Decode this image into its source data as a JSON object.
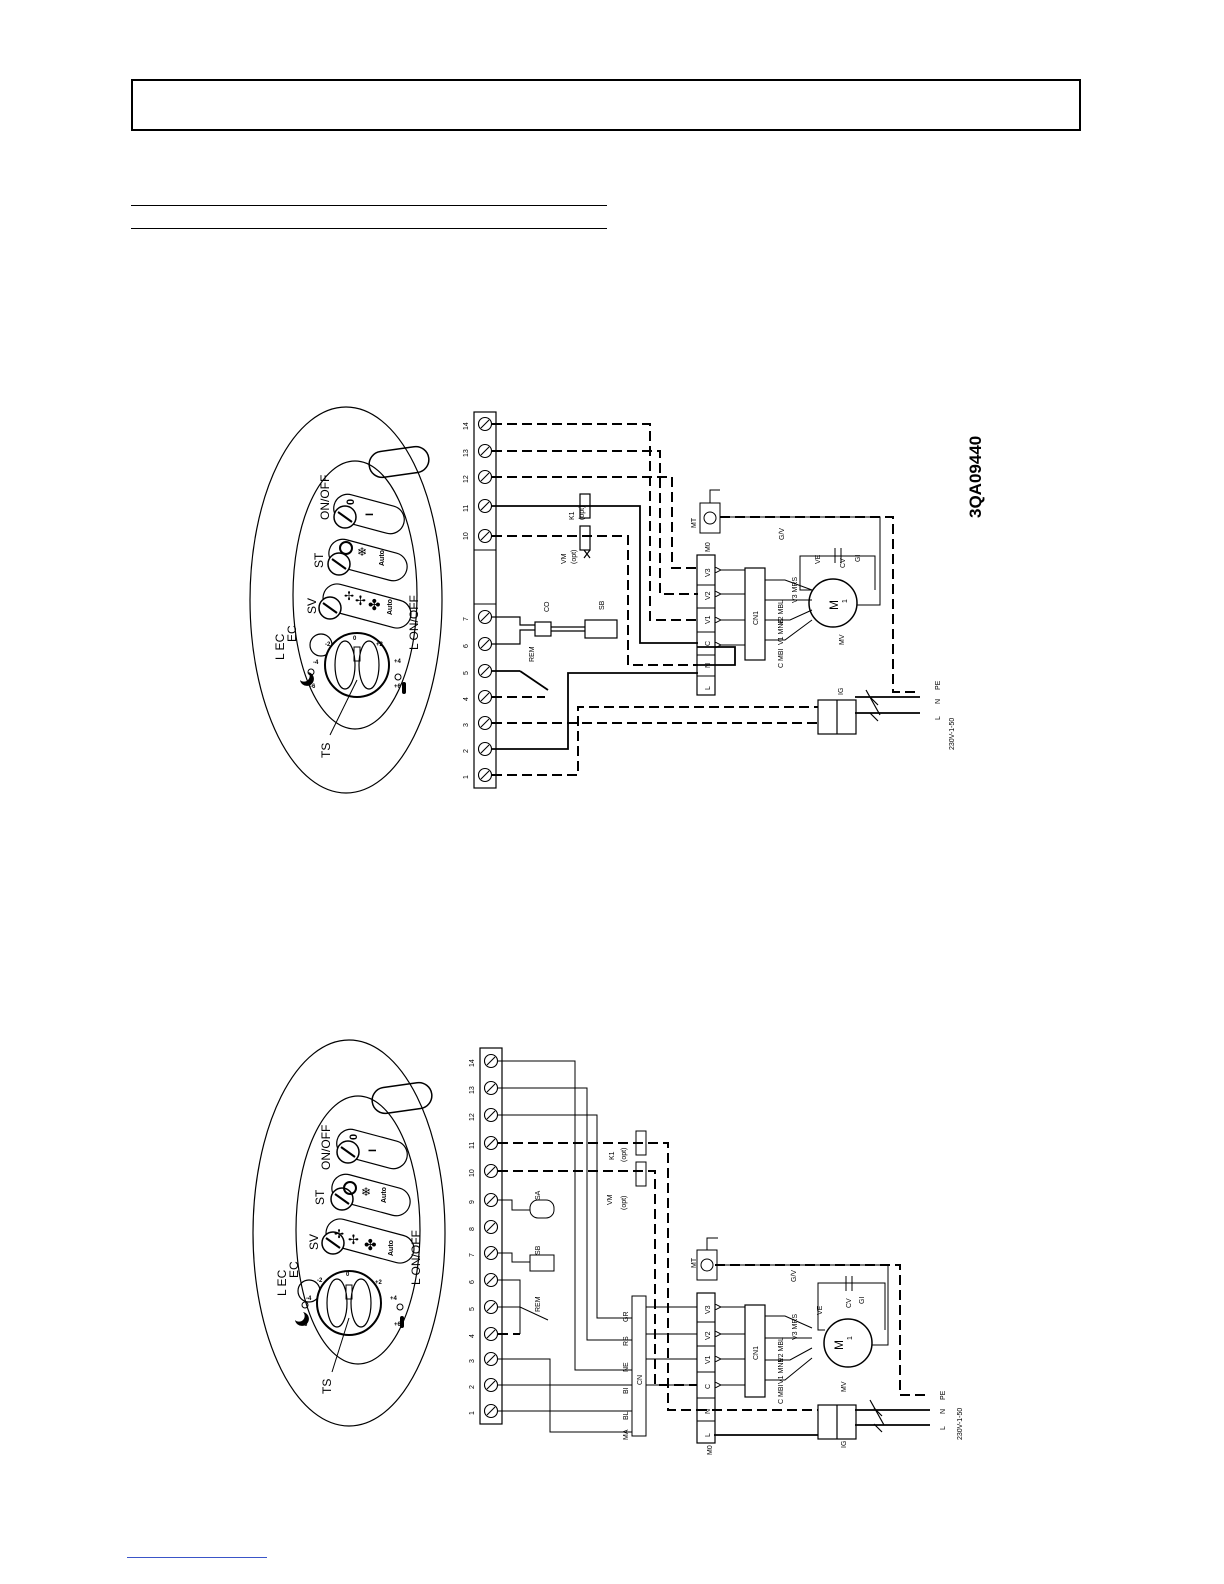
{
  "document_code": "3QA09440",
  "panel": {
    "labels": {
      "on_off": "ON/OFF",
      "zero": "0",
      "one": "I",
      "st": "ST",
      "sv": "SV",
      "ec": "EC",
      "l_ec": "L EC",
      "l_on_off": "L ON/OFF",
      "ts": "TS",
      "auto": "Auto"
    },
    "dial_scale": [
      "-6",
      "-4",
      "-2",
      "0",
      "+2",
      "+4",
      "+6"
    ]
  },
  "terminal_numbers": [
    "1",
    "2",
    "3",
    "4",
    "5",
    "6",
    "7",
    "8",
    "9",
    "10",
    "11",
    "12",
    "13",
    "14"
  ],
  "diagram1": {
    "components": {
      "k1": "K1",
      "k1_opt": "(opt)",
      "vm": "VM",
      "vm_opt": "(opt)",
      "co": "CO",
      "sb": "SB",
      "rem": "REM",
      "mt": "MT",
      "m0": "M0",
      "gv": "G/V",
      "ve": "VE",
      "cv": "CV",
      "gi": "GI",
      "cn1": "CN1",
      "mv": "MV",
      "ig": "IG",
      "supply": "230V-1-50",
      "motor_m": "M",
      "motor_1": "1",
      "wires": [
        "V3 MRS",
        "V2 MBL",
        "V1 MNE",
        "C MBI"
      ],
      "block": [
        "L",
        "N",
        "C",
        "V1",
        "V2",
        "V3"
      ],
      "mains": [
        "L",
        "N",
        "PE"
      ]
    }
  },
  "diagram2": {
    "components": {
      "k1": "K1",
      "k1_opt": "(opt)",
      "vm": "VM",
      "vm_opt": "(opt)",
      "sa": "SA",
      "sb": "SB",
      "rem": "REM",
      "cn": "CN",
      "cn_wires": [
        "GR",
        "RS",
        "NE",
        "BI",
        "BL",
        "MA"
      ],
      "mt": "MT",
      "m0": "M0",
      "gv": "G/V",
      "ve": "VE",
      "cv": "CV",
      "gi": "GI",
      "cn1": "CN1",
      "mv": "MV",
      "ig": "IG",
      "supply": "230V-1-50",
      "motor_m": "M",
      "motor_1": "1",
      "wires": [
        "V3 MRS",
        "V2 MBL",
        "V1 MNE",
        "C MBI"
      ],
      "block": [
        "L",
        "N",
        "C",
        "V1",
        "V2",
        "V3"
      ],
      "mains": [
        "L",
        "N",
        "PE"
      ]
    }
  }
}
